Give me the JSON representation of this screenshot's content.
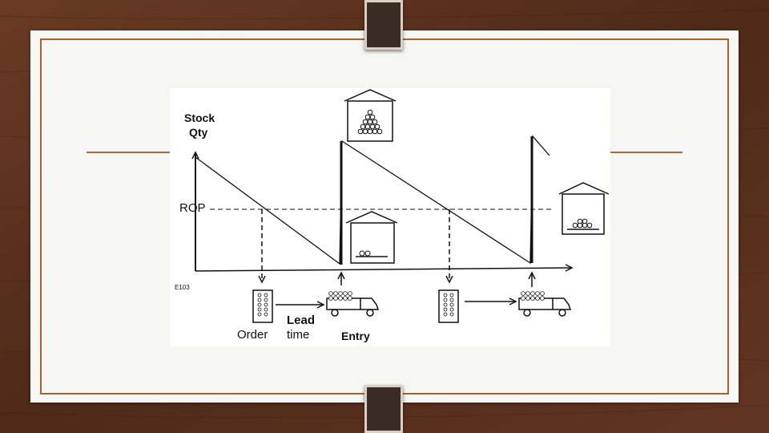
{
  "diagram": {
    "y_axis_label_line1": "Stock",
    "y_axis_label_line2": "Qty",
    "rop_label": "ROP",
    "small_code": "E103",
    "order_label": "Order",
    "lead_time_line1": "Lead",
    "lead_time_line2": "time",
    "entry_label": "Entry"
  },
  "colors": {
    "frame_accent": "#a7622e",
    "wood_base": "#5a3220",
    "strap": "#3a2c22"
  }
}
